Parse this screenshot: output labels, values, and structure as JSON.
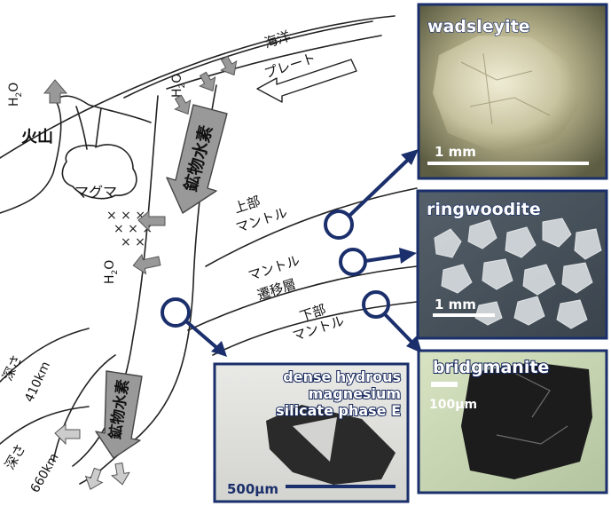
{
  "diagram": {
    "labels": {
      "ocean_plate_line1": "海洋",
      "ocean_plate_line2": "プレート",
      "volcano": "火山",
      "magma": "マグマ",
      "hydrous_minerals_upper": "鉱物水素",
      "hydrous_minerals_lower": "鉱物水素",
      "upper_mantle_line1": "上部",
      "upper_mantle_line2": "マントル",
      "transition_line1": "マントル",
      "transition_line2": "遷移層",
      "lower_mantle_line1": "下部",
      "lower_mantle_line2": "マントル",
      "depth_410_line1": "深さ",
      "depth_410_line2": "410km",
      "depth_660_line1": "深さ",
      "depth_660_line2": "660km",
      "water": "H",
      "water_sub": "2",
      "water_tail": "O"
    },
    "panels": {
      "wadsleyite": {
        "title": "wadsleyite",
        "scale": "1 mm"
      },
      "ringwoodite": {
        "title": "ringwoodite",
        "scale": "1 mm"
      },
      "bridgmanite": {
        "title": "bridgmanite",
        "scale": "100μm"
      },
      "phase_e": {
        "title_line1": "dense hydrous",
        "title_line2": "magnesium",
        "title_line3": "silicate phase E",
        "scale": "500μm"
      }
    },
    "colors": {
      "frame": "#1a2f6b",
      "connector": "#1a2f6b",
      "arrow_fill": "#999999",
      "line": "#222222"
    }
  }
}
